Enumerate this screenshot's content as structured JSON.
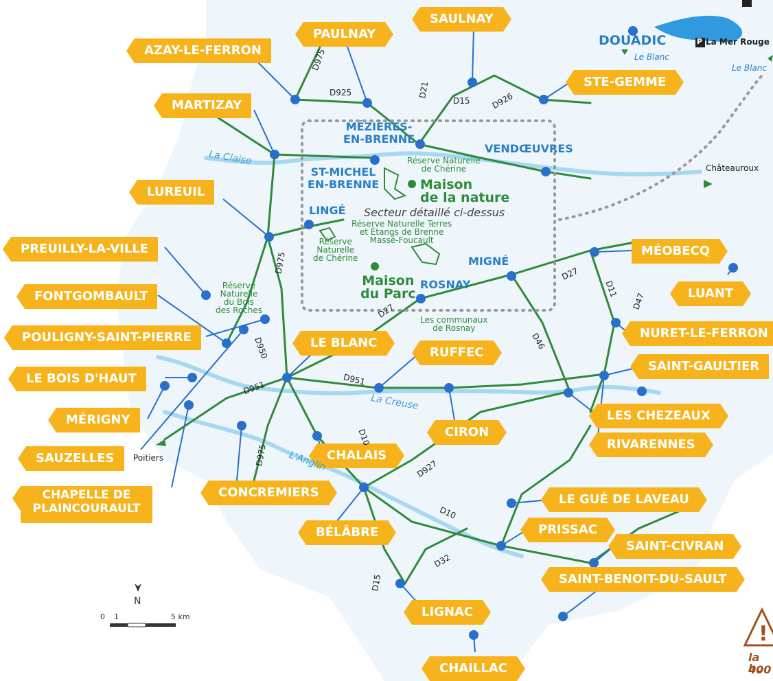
{
  "towns_tags": [
    "AZAY-LE-FERRON",
    "PAULNAY",
    "SAULNAY",
    "MARTIZAY",
    "STE-GEMME",
    "LUREUIL",
    "PREUILLY-LA-VILLE",
    "MÉOBECQ",
    "LUANT",
    "FONTGOMBAULT",
    "NURET-LE-FERRON",
    "POULIGNY-SAINT-PIERRE",
    "LE BLANC",
    "RUFFEC",
    "SAINT-GAULTIER",
    "LE BOIS D'HAUT",
    "MÉRIGNY",
    "LES CHEZEAUX",
    "CIRON",
    "RIVARENNES",
    "SAUZELLES",
    "CHALAIS",
    "CHAPELLE DE PLAINCOURAULT",
    "CONCREMIERS",
    "LE GUÉ DE LAVEAU",
    "BÉLÂBRE",
    "PRISSAC",
    "SAINT-CIVRAN",
    "SAINT-BENOIT-DU-SAULT",
    "LIGNAC",
    "CHAILLAC"
  ],
  "town_labels": {
    "douadic": "DOUADIC",
    "mezieres": "MÉZIÈRES-\nEN-BRENNE",
    "vendoeuvres": "VENDŒUVRES",
    "st_michel": "ST-MICHEL\nEN-BRENNE",
    "linge": "LINGÉ",
    "migne": "MIGNÉ",
    "rosnay": "ROSNAY"
  },
  "places": {
    "maison_nature": "Maison\nde la nature",
    "maison_parc": "Maison\ndu Parc",
    "reserve_cherine_top": "Réserve Naturelle\nde Chérine",
    "reserve_cherine_left": "Réserve\nNaturelle\nde Chérine",
    "reserve_terres": "Réserve Naturelle Terres\net Étangs de Brenne\nMassé-Foucault",
    "reserve_bois": "Réserve\nNaturelle\ndu Bois\ndes Roches",
    "communaux": "Les communaux\nde Rosnay",
    "sector": "Secteur détaillé ci-dessus"
  },
  "roads": [
    "D975",
    "D925",
    "D21",
    "D15",
    "D926",
    "D975",
    "D27",
    "D11",
    "D47",
    "D27",
    "D46",
    "D950",
    "D951",
    "D951",
    "D10",
    "D975",
    "D927",
    "D10",
    "D32",
    "D15"
  ],
  "rivers": [
    "La Claise",
    "La Creuse",
    "L'Anglin"
  ],
  "destinations": {
    "le_blanc_1": "Le Blanc",
    "le_blanc_2": "Le Blanc",
    "chateauroux": "Châteauroux",
    "poitiers": "Poitiers",
    "parking_label": "La Mer Rouge",
    "parking_icon": "P"
  },
  "scale": {
    "north": "N",
    "ticks": [
      "0",
      "1",
      "5 km"
    ]
  },
  "warning": {
    "line1": "la bo",
    "line2": "400"
  },
  "colors": {
    "tag": "#f6b31b",
    "town_blue": "#2a7fc4",
    "road": "#2f8a3a",
    "river": "#9fd4ee",
    "marker": "#2a6fc9"
  }
}
